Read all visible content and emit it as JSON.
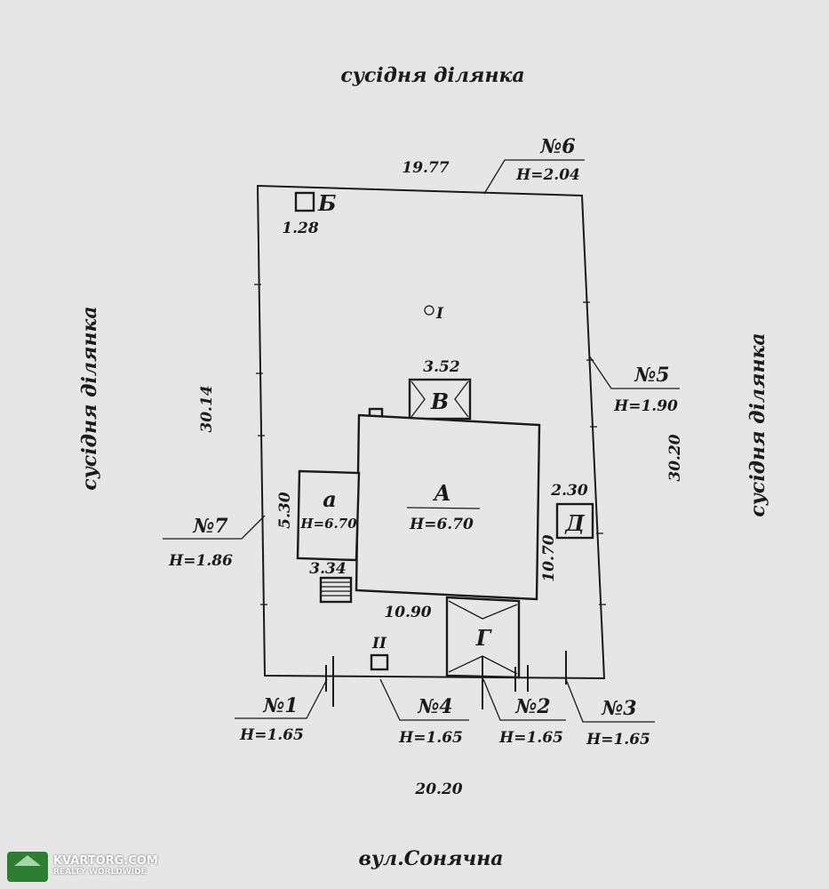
{
  "labels": {
    "top_neighbor": "сусідня ділянка",
    "left_neighbor": "сусідня ділянка",
    "right_neighbor": "сусідня ділянка",
    "street": "вул.Сонячна"
  },
  "dimensions": {
    "top": "19.77",
    "left": "30.14",
    "right": "30.20",
    "bottom": "20.20",
    "b_size": "1.28",
    "v_width": "3.52",
    "d_width": "2.30",
    "a_height": "10.70",
    "a_width": "10.90",
    "annex_height": "5.30",
    "annex_width": "3.34"
  },
  "buildings": {
    "A": {
      "letter": "А",
      "height": "Н=6.70"
    },
    "a": {
      "letter": "а",
      "height": "Н=6.70"
    },
    "B": "Б",
    "V": "В",
    "G": "Г",
    "D": "Д",
    "roman_I": "I",
    "roman_II": "II"
  },
  "points": [
    {
      "id": "№1",
      "h": "Н=1.65"
    },
    {
      "id": "№2",
      "h": "Н=1.65"
    },
    {
      "id": "№3",
      "h": "Н=1.65"
    },
    {
      "id": "№4",
      "h": "Н=1.65"
    },
    {
      "id": "№5",
      "h": "Н=1.90"
    },
    {
      "id": "№6",
      "h": "Н=2.04"
    },
    {
      "id": "№7",
      "h": "Н=1.86"
    }
  ],
  "watermark": {
    "name": "KVARTORG.COM",
    "sub": "REALTY WORLDWIDE"
  }
}
